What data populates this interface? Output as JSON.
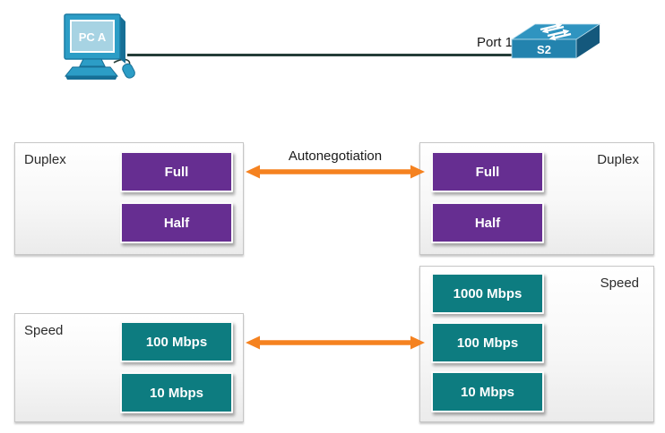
{
  "topology": {
    "pc_label": "PC A",
    "port_label": "Port 1",
    "switch_label": "S2"
  },
  "negotiation": {
    "label": "Autonegotiation"
  },
  "panels": {
    "duplex_left": {
      "label": "Duplex",
      "options": [
        "Full",
        "Half"
      ]
    },
    "duplex_right": {
      "label": "Duplex",
      "options": [
        "Full",
        "Half"
      ]
    },
    "speed_left": {
      "label": "Speed",
      "options": [
        "100 Mbps",
        "10 Mbps"
      ]
    },
    "speed_right": {
      "label": "Speed",
      "options": [
        "1000 Mbps",
        "100 Mbps",
        "10 Mbps"
      ]
    }
  },
  "colors": {
    "duplex_option": "#662e91",
    "speed_option": "#0d7c80",
    "arrow": "#f58220",
    "panel_border": "#c6c6c6",
    "link_line": "#253d38",
    "device_blue": "#2c9dc6"
  }
}
